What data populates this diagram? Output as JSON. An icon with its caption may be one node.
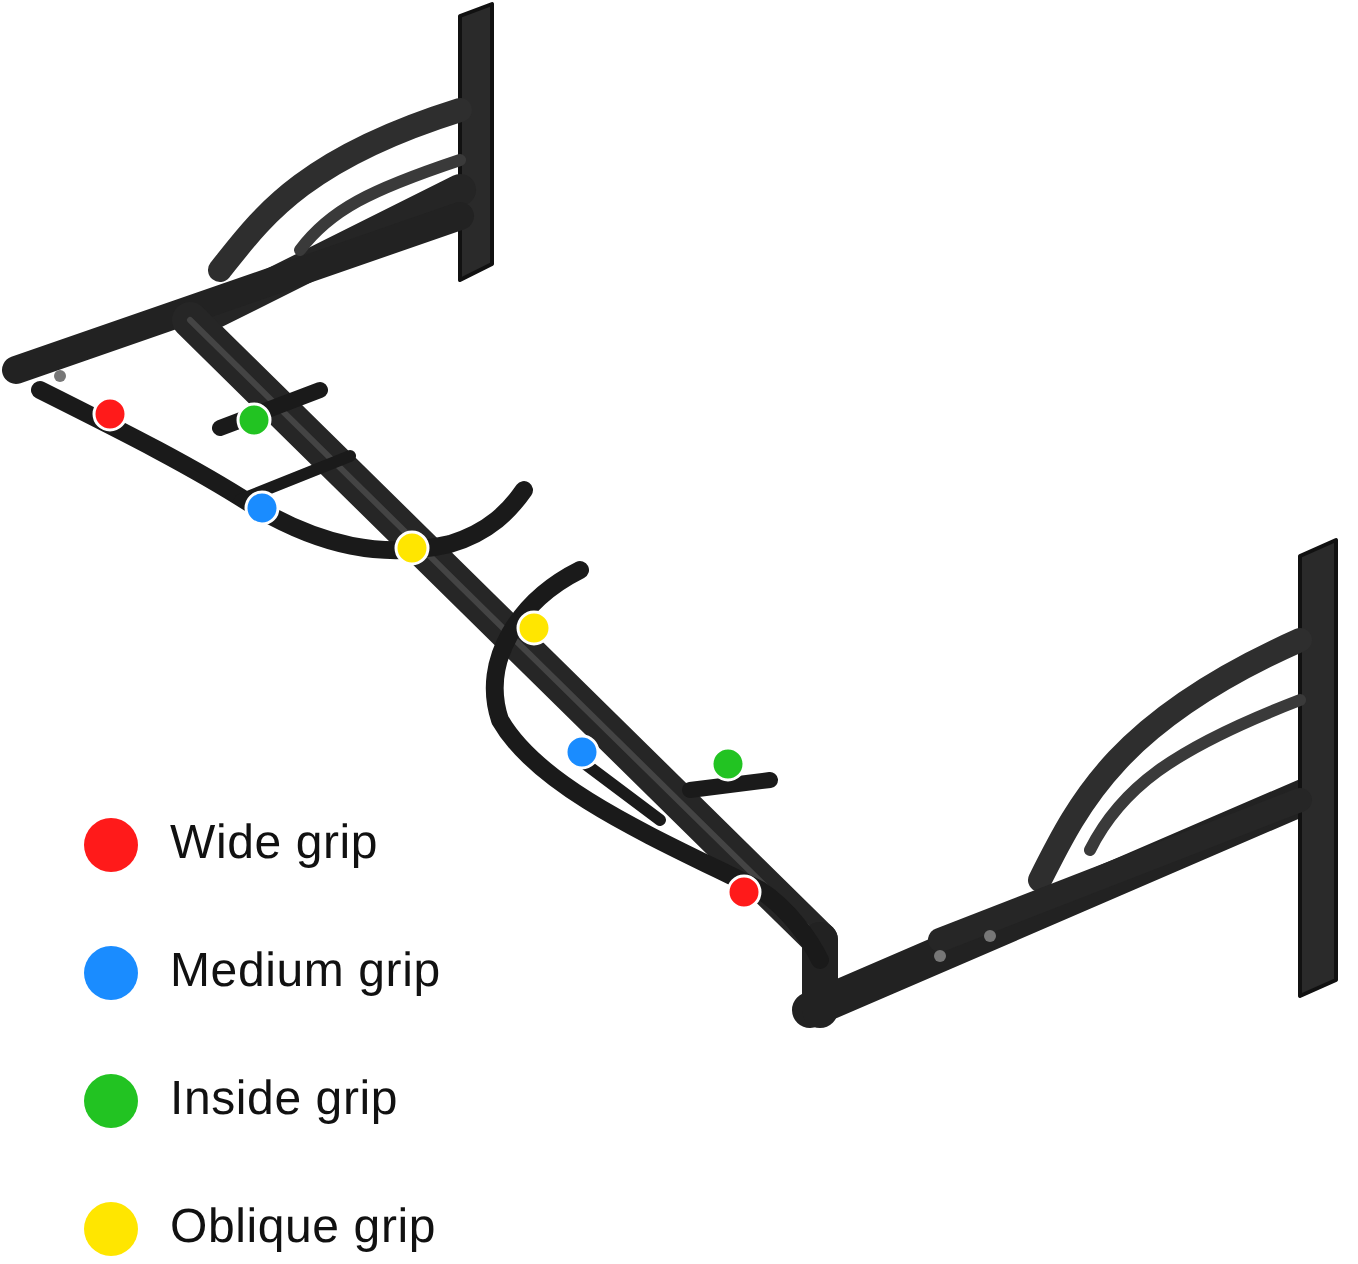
{
  "diagram": {
    "legend": [
      {
        "text": "Wide grip",
        "color": "#ff1a1a"
      },
      {
        "text": "Medium grip",
        "color": "#1a8cff"
      },
      {
        "text": "Inside grip",
        "color": "#22c322"
      },
      {
        "text": "Oblique grip",
        "color": "#ffe600"
      }
    ]
  }
}
